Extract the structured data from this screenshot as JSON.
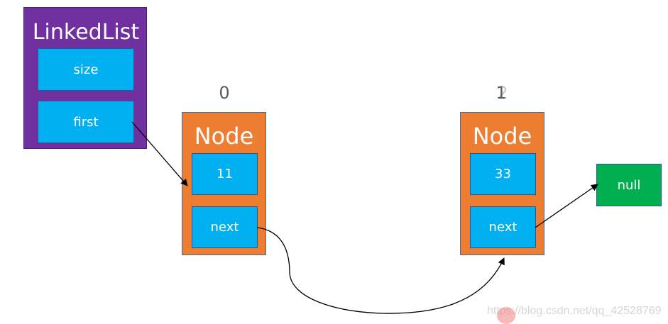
{
  "linked_list": {
    "title": "LinkedList",
    "size_label": "size",
    "first_label": "first"
  },
  "indices": {
    "first": "0",
    "second": "1",
    "second_ghost": "2"
  },
  "nodes": [
    {
      "title": "Node",
      "value": "11",
      "next_label": "next"
    },
    {
      "title": "Node",
      "value": "33",
      "next_label": "next"
    }
  ],
  "null_label": "null",
  "watermark": "https://blog.csdn.net/qq_42528769",
  "colors": {
    "linkedlist": "#7030a0",
    "field": "#00b0f0",
    "node": "#ed7d31",
    "null": "#00b050"
  }
}
